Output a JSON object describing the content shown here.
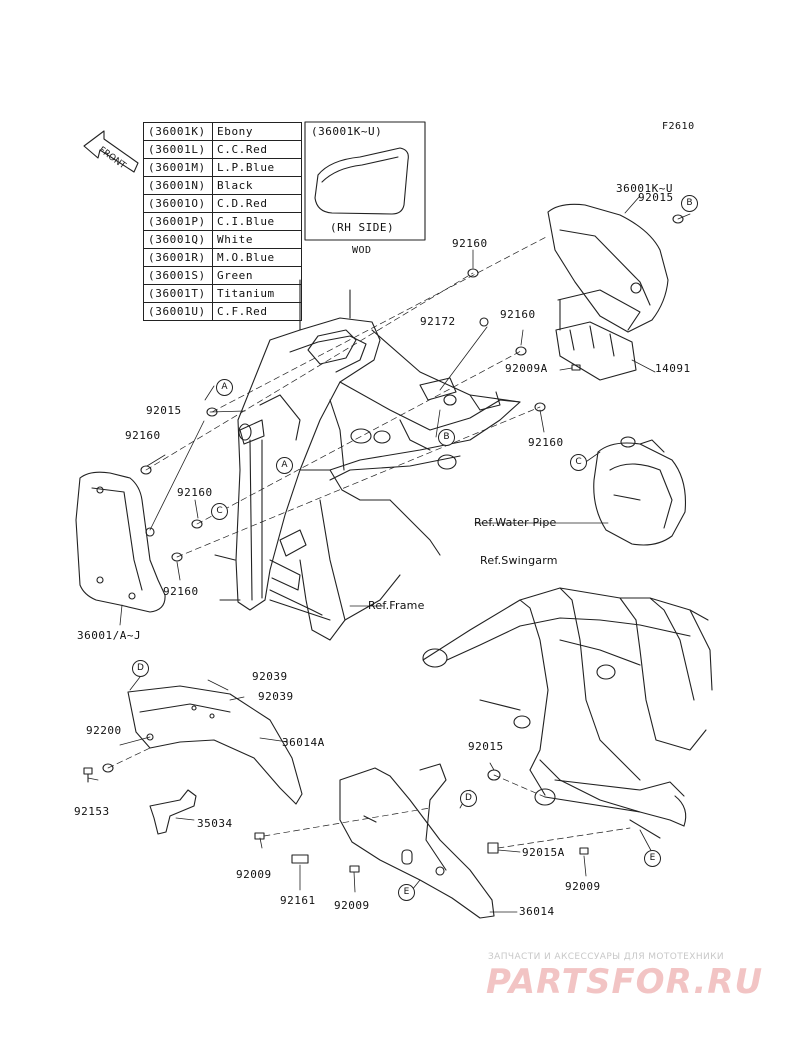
{
  "figure_code": "F2610",
  "front_label": "FRONT",
  "color_table": [
    {
      "code": "(36001K)",
      "color": "Ebony"
    },
    {
      "code": "(36001L)",
      "color": "C.C.Red"
    },
    {
      "code": "(36001M)",
      "color": "L.P.Blue"
    },
    {
      "code": "(36001N)",
      "color": "Black"
    },
    {
      "code": "(36001O)",
      "color": "C.D.Red"
    },
    {
      "code": "(36001P)",
      "color": "C.I.Blue"
    },
    {
      "code": "(36001Q)",
      "color": "White"
    },
    {
      "code": "(36001R)",
      "color": "M.O.Blue"
    },
    {
      "code": "(36001S)",
      "color": "Green"
    },
    {
      "code": "(36001T)",
      "color": "Titanium"
    },
    {
      "code": "(36001U)",
      "color": "C.F.Red"
    }
  ],
  "inset": {
    "title": "(36001K~U)",
    "caption": "(RH SIDE)",
    "note": "WOD"
  },
  "part_labels": {
    "p36001KU": "36001K~U",
    "p92015_top": "92015",
    "p92160_top": "92160",
    "p92172": "92172",
    "p92160_mid": "92160",
    "p92009A": "92009A",
    "p14091": "14091",
    "p92015_left": "92015",
    "p92160_left1": "92160",
    "p92160_left2": "92160",
    "p92160_left3": "92160",
    "p92160_right": "92160",
    "p36001AJ": "36001/A~J",
    "p92039_a": "92039",
    "p92039_b": "92039",
    "p92200": "92200",
    "p36014A": "36014A",
    "p92153": "92153",
    "p35034": "35034",
    "p92015_low": "92015",
    "p92009_a": "92009",
    "p92161": "92161",
    "p92009_b": "92009",
    "p36014": "36014",
    "p92015A": "92015A",
    "p92009_c": "92009"
  },
  "ref_labels": {
    "water_pipe": "Ref.Water Pipe",
    "swingarm": "Ref.Swingarm",
    "frame": "Ref.Frame"
  },
  "callouts": {
    "a": "A",
    "b": "B",
    "c": "C",
    "d": "D",
    "e": "E"
  },
  "watermark": {
    "tagline": "ЗАПЧАСТИ И АКСЕССУАРЫ ДЛЯ МОТОТЕХНИКИ",
    "logo": "PARTSFOR.RU"
  }
}
